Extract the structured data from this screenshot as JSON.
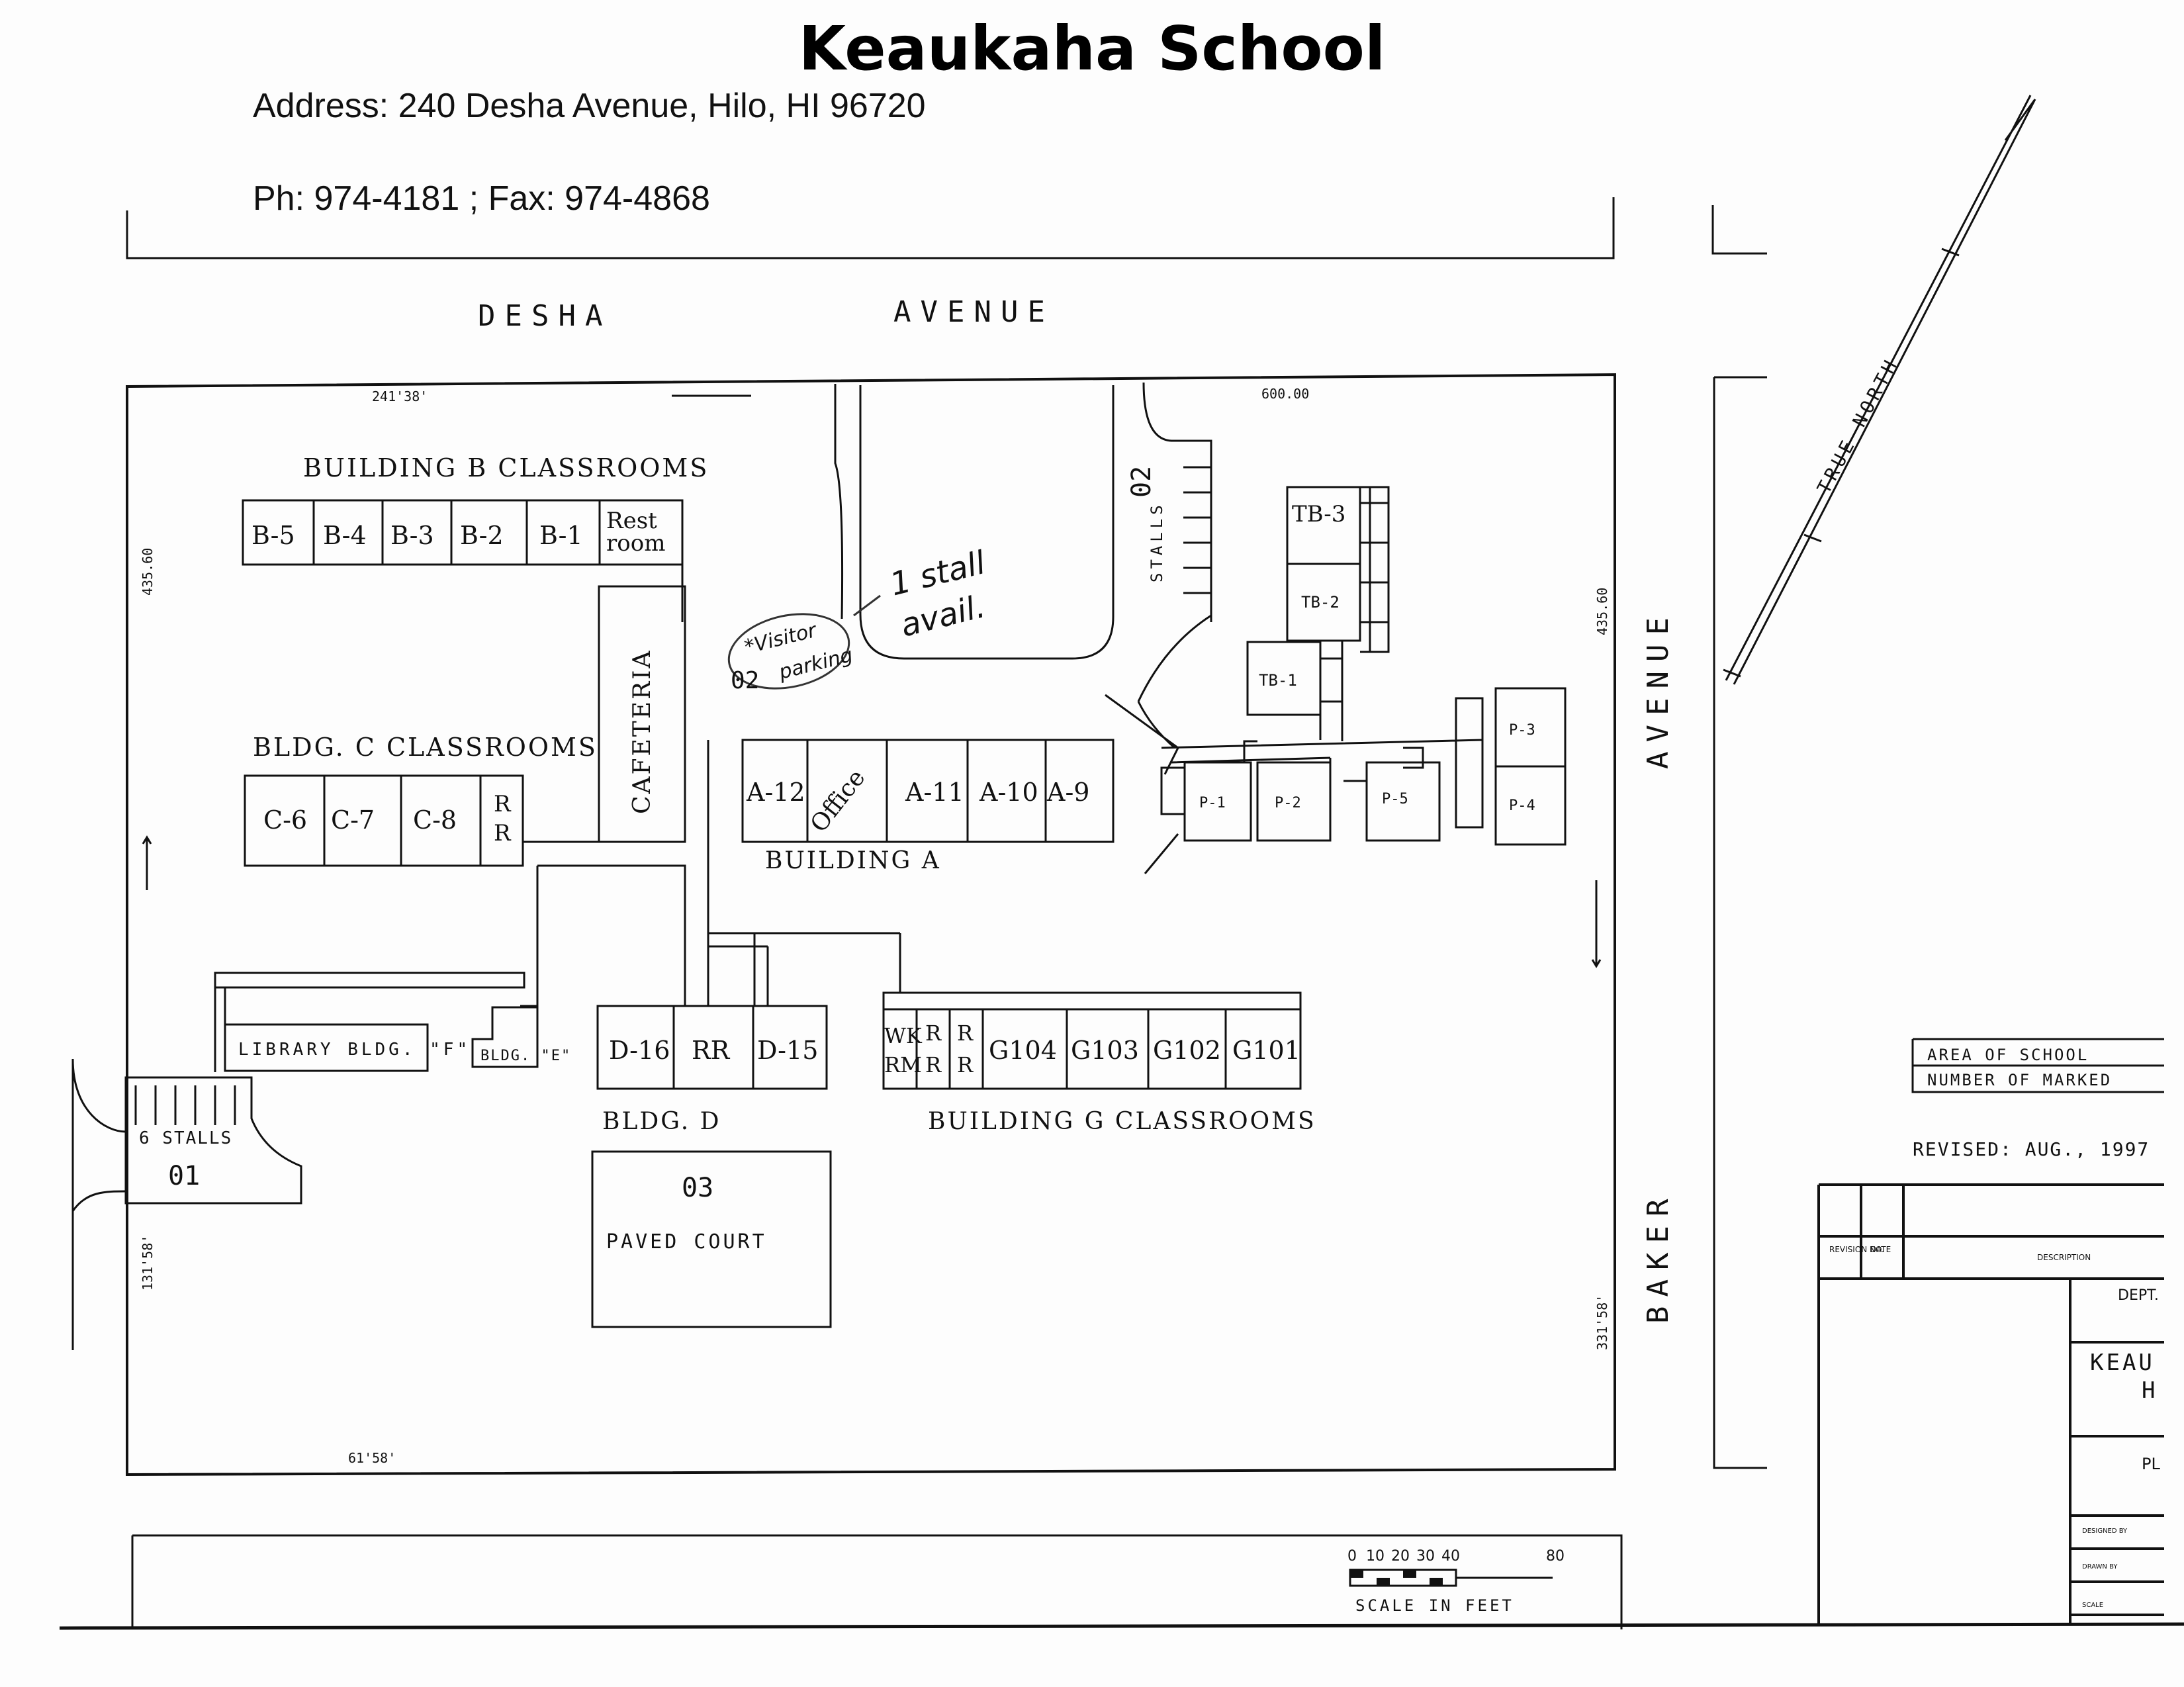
{
  "title": "Keaukaha School",
  "address": "Address: 240 Desha Avenue, Hilo, HI 96720",
  "phone": "Ph: 974-4181 ; Fax: 974-4868",
  "streets": {
    "desha_1": "DESHA",
    "desha_2": "AVENUE",
    "baker_1": "BAKER",
    "baker_2": "AVENUE",
    "true_north": "TRUE NORTH"
  },
  "buildings": {
    "b_title": "BUILDING B CLASSROOMS",
    "b_rooms": [
      "B-5",
      "B-4",
      "B-3",
      "B-2",
      "B-1"
    ],
    "restroom_1": "Rest",
    "restroom_2": "room",
    "cafeteria": "CAFETERIA",
    "c_title": "BLDG. C CLASSROOMS",
    "c_rooms": [
      "C-6",
      "C-7",
      "C-8"
    ],
    "c_rr_1": "R",
    "c_rr_2": "R",
    "a_title": "BUILDING A",
    "a_rooms": [
      "A-12",
      "A-11",
      "A-10",
      "A-9"
    ],
    "office": "Office",
    "library": "LIBRARY BLDG. \"F\"",
    "bldg_e": "BLDG. \"E\"",
    "d_title": "BLDG. D",
    "d_rooms": [
      "D-16",
      "RR",
      "D-15"
    ],
    "g_title": "BUILDING G CLASSROOMS",
    "g_wk_1": "WK",
    "g_wk_2": "RM",
    "g_rr": [
      "R",
      "R",
      "R",
      "R"
    ],
    "g_rooms": [
      "G104",
      "G103",
      "G102",
      "G101"
    ],
    "portables": [
      "P-1",
      "P-2",
      "P-5",
      "P-3",
      "P-4"
    ],
    "tb": [
      "TB-3",
      "TB-2",
      "TB-1"
    ]
  },
  "parking": {
    "lot01_stalls": "6 STALLS",
    "lot01_id": "01",
    "lot02_stalls": "STALLS",
    "lot02_id": "02",
    "visitor_1": "*Visitor",
    "visitor_2": "parking",
    "visitor_id": "02",
    "note_1": "1 stall",
    "note_2": "avail.",
    "court_id": "03",
    "court_label": "PAVED COURT"
  },
  "dimensions": {
    "d_top_left": "241'38'",
    "d_top_right": "600.00",
    "d_left_upper": "435.60",
    "d_left_lower": "131'58'",
    "d_right_upper": "435.60",
    "d_right_lower": "331'58'",
    "d_bottom": "61'58'"
  },
  "legend": {
    "area": "AREA OF SCHOOL",
    "marked": "NUMBER OF MARKED",
    "revised": "REVISED: AUG., 1997"
  },
  "scale": {
    "ticks": [
      "0",
      "10",
      "20",
      "30",
      "40",
      "80"
    ],
    "label": "SCALE IN FEET"
  },
  "title_block": {
    "revision": "REVISION NO.",
    "date": "DATE",
    "description": "DESCRIPTION",
    "dept": "DEPT.",
    "name_1": "KEAU",
    "name_2": "H",
    "plan": "PL",
    "designed": "DESIGNED BY",
    "drawn": "DRAWN BY",
    "scale": "SCALE"
  }
}
